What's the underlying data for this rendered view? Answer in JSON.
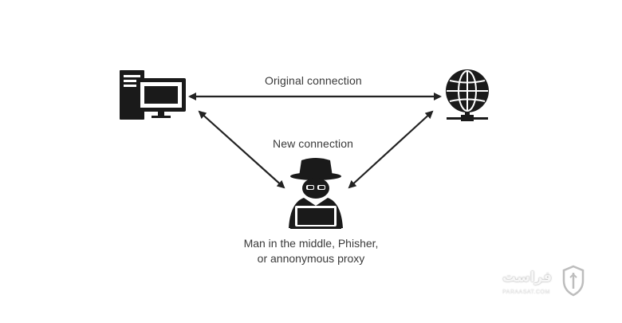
{
  "labels": {
    "original_connection": "Original connection",
    "new_connection": "New connection",
    "mitm_line1": "Man in the middle, Phisher,",
    "mitm_line2": "or annonymous proxy"
  },
  "icons": {
    "client": "desktop-computer-icon",
    "server": "globe-network-icon",
    "attacker": "hacker-icon"
  },
  "watermark": {
    "brand": "فراست",
    "url": "PARAASAT.COM"
  },
  "colors": {
    "icon": "#1a1a1a",
    "arrow": "#222222",
    "text": "#3a3a3a",
    "background": "#ffffff"
  }
}
